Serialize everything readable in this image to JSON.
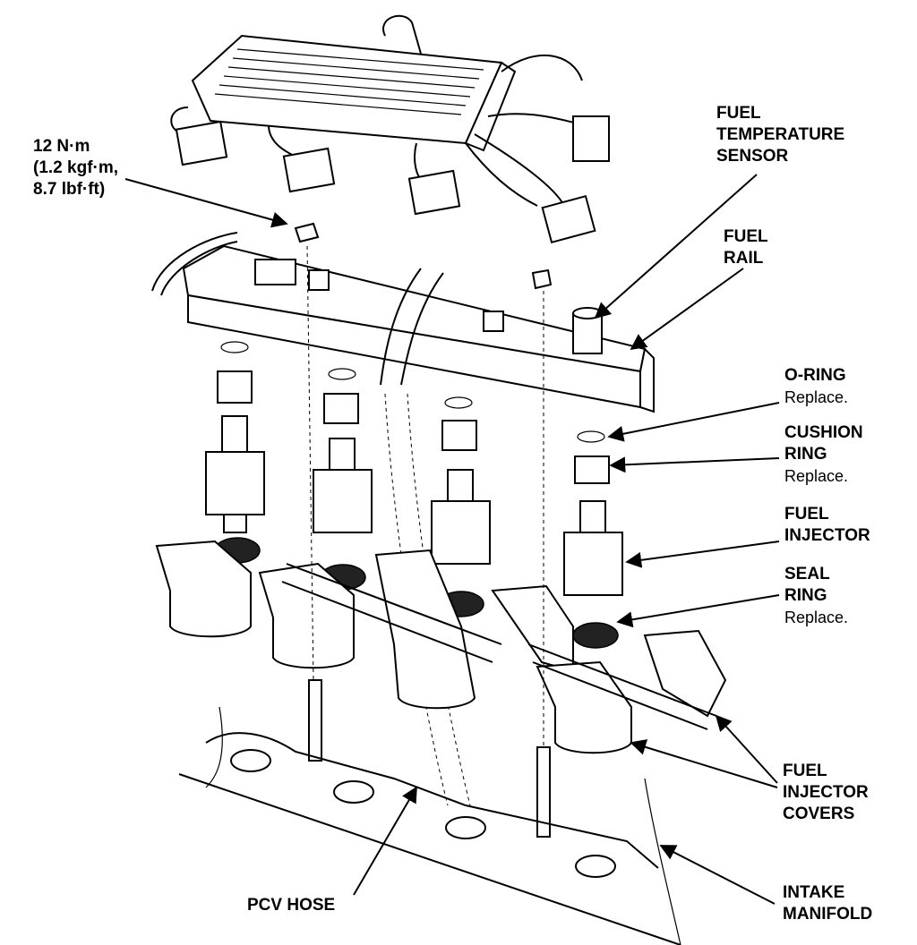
{
  "labels": {
    "torque": {
      "l1": "12 N·m",
      "l2": "(1.2 kgf·m,",
      "l3": "8.7 lbf·ft)"
    },
    "fuel_temp_sensor": {
      "l1": "FUEL",
      "l2": "TEMPERATURE",
      "l3": "SENSOR"
    },
    "fuel_rail": {
      "l1": "FUEL",
      "l2": "RAIL"
    },
    "o_ring": {
      "l1": "O-RING",
      "note": "Replace."
    },
    "cushion_ring": {
      "l1": "CUSHION",
      "l2": "RING",
      "note": "Replace."
    },
    "fuel_injector": {
      "l1": "FUEL",
      "l2": "INJECTOR"
    },
    "seal_ring": {
      "l1": "SEAL",
      "l2": "RING",
      "note": "Replace."
    },
    "injector_covers": {
      "l1": "FUEL",
      "l2": "INJECTOR",
      "l3": "COVERS"
    },
    "pcv_hose": {
      "l1": "PCV HOSE"
    },
    "intake_manifold": {
      "l1": "INTAKE",
      "l2": "MANIFOLD"
    }
  },
  "colors": {
    "ink": "#000000",
    "paper": "#ffffff"
  }
}
